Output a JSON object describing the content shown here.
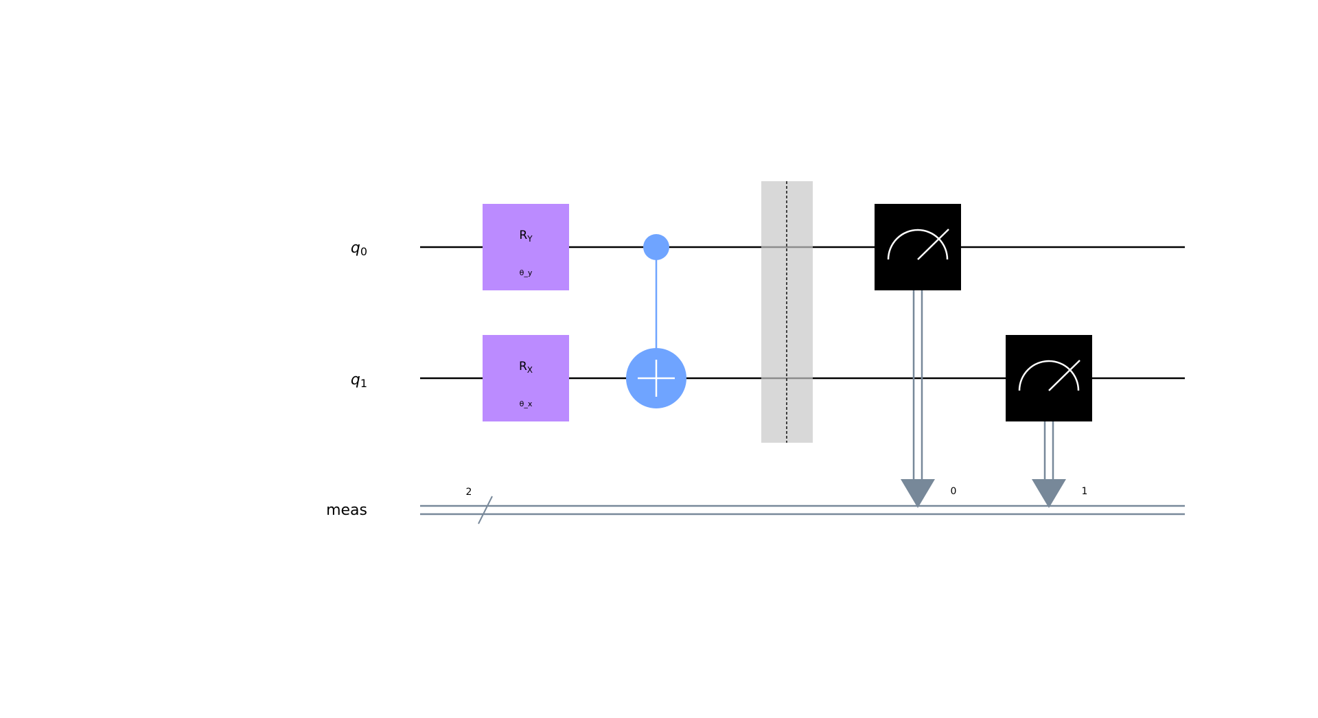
{
  "circuit": {
    "qubits": [
      {
        "base": "q",
        "index": "0"
      },
      {
        "base": "q",
        "index": "1"
      }
    ],
    "classical_register": {
      "label": "meas",
      "size": "2"
    },
    "gates": {
      "ry": {
        "name": "R",
        "sub": "Y",
        "param": "θ_y"
      },
      "rx": {
        "name": "R",
        "sub": "X",
        "param": "θ_x"
      }
    },
    "measure_bits": [
      "0",
      "1"
    ],
    "colors": {
      "rotation_gate": "#bb8bff",
      "cx_gate": "#6fa4ff",
      "barrier": "#d8d8d8",
      "measure_box": "#000000",
      "classical_wire": "#778899",
      "quantum_wire": "#000000"
    }
  }
}
